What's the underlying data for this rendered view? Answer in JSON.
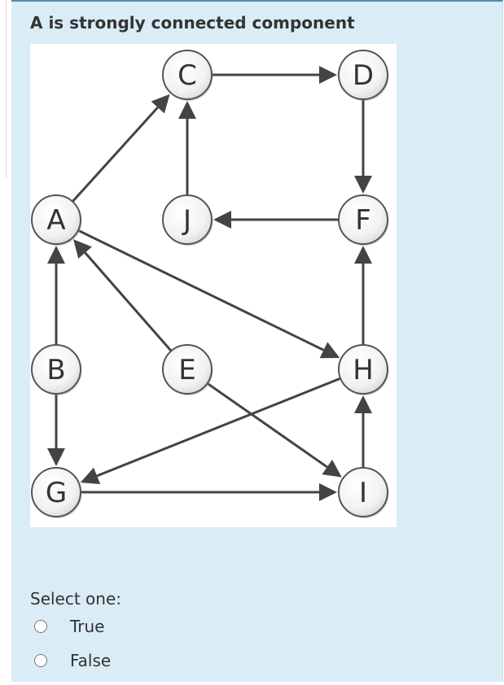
{
  "question": {
    "text": "A is strongly connected component"
  },
  "graph": {
    "nodes": [
      {
        "id": "C",
        "label": "C"
      },
      {
        "id": "D",
        "label": "D"
      },
      {
        "id": "A",
        "label": "A"
      },
      {
        "id": "J",
        "label": "J"
      },
      {
        "id": "F",
        "label": "F"
      },
      {
        "id": "B",
        "label": "B"
      },
      {
        "id": "E",
        "label": "E"
      },
      {
        "id": "H",
        "label": "H"
      },
      {
        "id": "G",
        "label": "G"
      },
      {
        "id": "I",
        "label": "I"
      }
    ],
    "edges": [
      {
        "from": "A",
        "to": "C"
      },
      {
        "from": "C",
        "to": "D"
      },
      {
        "from": "D",
        "to": "F"
      },
      {
        "from": "F",
        "to": "J"
      },
      {
        "from": "J",
        "to": "C"
      },
      {
        "from": "A",
        "to": "H"
      },
      {
        "from": "B",
        "to": "A"
      },
      {
        "from": "E",
        "to": "A"
      },
      {
        "from": "B",
        "to": "G"
      },
      {
        "from": "E",
        "to": "I"
      },
      {
        "from": "H",
        "to": "F"
      },
      {
        "from": "H",
        "to": "G"
      },
      {
        "from": "G",
        "to": "I"
      },
      {
        "from": "I",
        "to": "H"
      }
    ]
  },
  "answer": {
    "prompt": "Select one:",
    "options": [
      {
        "label": "True",
        "selected": false
      },
      {
        "label": "False",
        "selected": false
      }
    ]
  },
  "colors": {
    "panel_background": "#daecf5",
    "panel_border_top": "#4a8fb0",
    "text": "#333333",
    "edge": "#444444"
  }
}
